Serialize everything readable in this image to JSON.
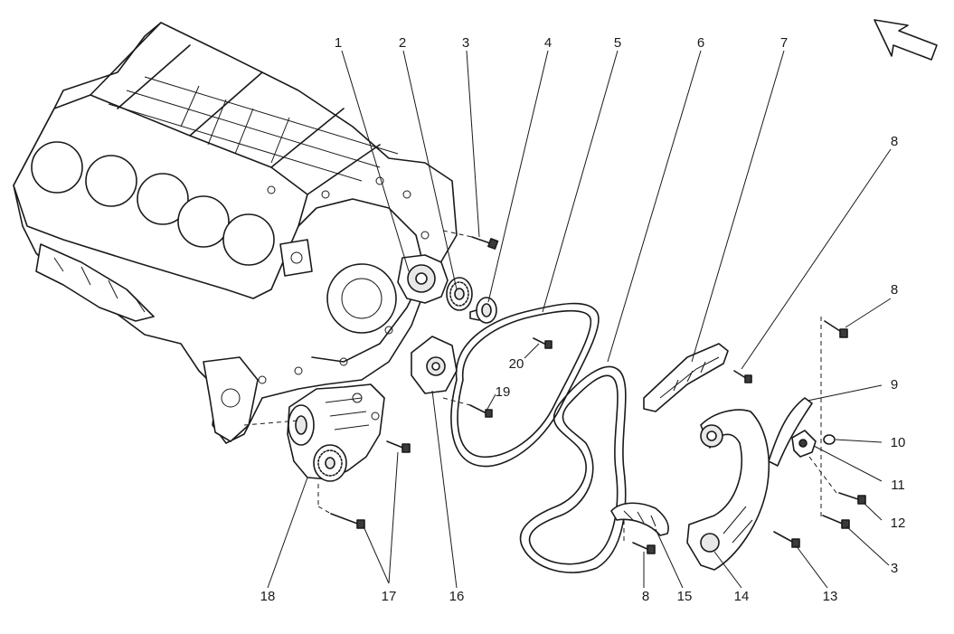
{
  "callouts": [
    {
      "id": "c1",
      "label": "1"
    },
    {
      "id": "c2",
      "label": "2"
    },
    {
      "id": "c3a",
      "label": "3"
    },
    {
      "id": "c4",
      "label": "4"
    },
    {
      "id": "c5",
      "label": "5"
    },
    {
      "id": "c6",
      "label": "6"
    },
    {
      "id": "c7",
      "label": "7"
    },
    {
      "id": "c8a",
      "label": "8"
    },
    {
      "id": "c8b",
      "label": "8"
    },
    {
      "id": "c9",
      "label": "9"
    },
    {
      "id": "c10",
      "label": "10"
    },
    {
      "id": "c11",
      "label": "11"
    },
    {
      "id": "c12",
      "label": "12"
    },
    {
      "id": "c3b",
      "label": "3"
    },
    {
      "id": "c13",
      "label": "13"
    },
    {
      "id": "c14",
      "label": "14"
    },
    {
      "id": "c15",
      "label": "15"
    },
    {
      "id": "c8c",
      "label": "8"
    },
    {
      "id": "c16",
      "label": "16"
    },
    {
      "id": "c17",
      "label": "17"
    },
    {
      "id": "c18",
      "label": "18"
    },
    {
      "id": "c19",
      "label": "19"
    },
    {
      "id": "c20",
      "label": "20"
    }
  ],
  "icons": {
    "direction": "direction-arrow-icon"
  }
}
